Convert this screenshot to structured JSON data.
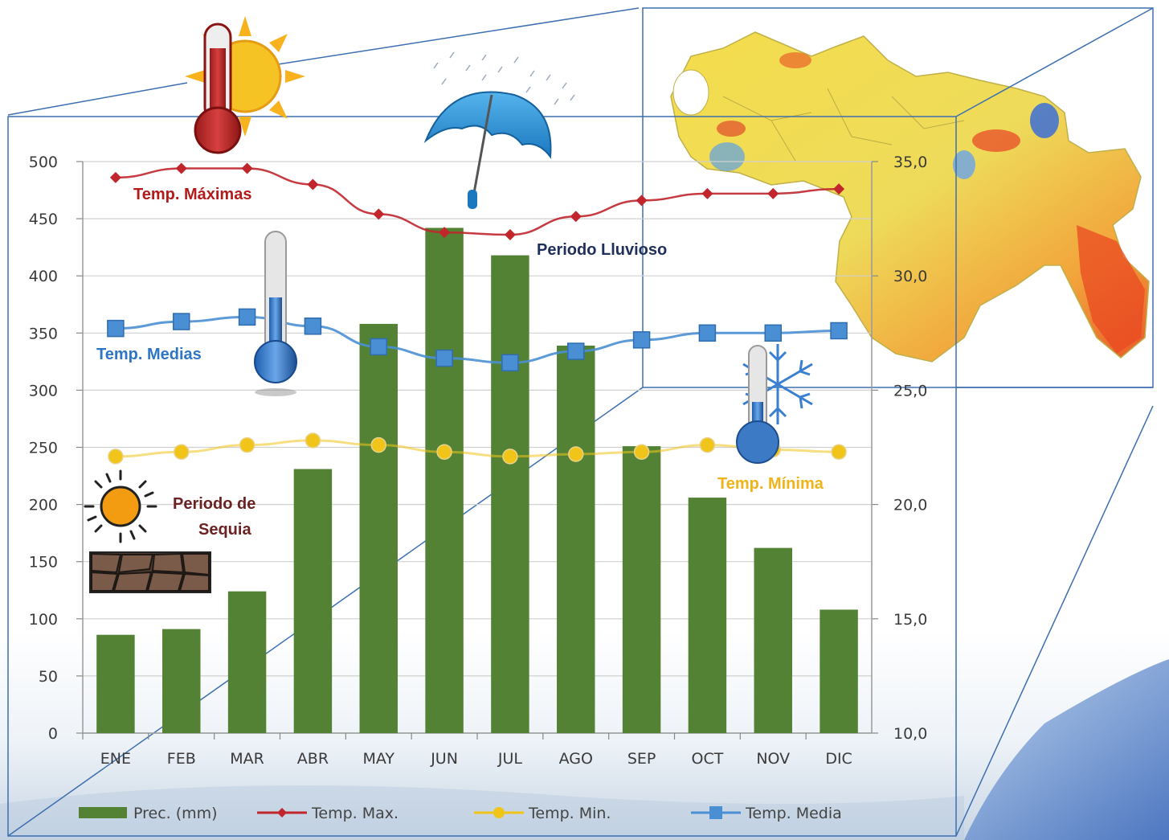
{
  "chart_data": {
    "type": "bar",
    "categories": [
      "ENE",
      "FEB",
      "MAR",
      "ABR",
      "MAY",
      "JUN",
      "JUL",
      "AGO",
      "SEP",
      "OCT",
      "NOV",
      "DIC"
    ],
    "series": [
      {
        "name": "Prec. (mm)",
        "kind": "bar",
        "axis": "left",
        "color": "#548235",
        "values": [
          86,
          91,
          124,
          231,
          358,
          442,
          418,
          339,
          251,
          206,
          162,
          108
        ]
      },
      {
        "name": "Temp.  Max.",
        "kind": "line",
        "axis": "right",
        "color": "#c0262c",
        "values": [
          34.3,
          34.7,
          34.7,
          34.0,
          32.7,
          31.9,
          31.8,
          32.6,
          33.3,
          33.6,
          33.6,
          33.8
        ]
      },
      {
        "name": "Temp. Min.",
        "kind": "line",
        "axis": "right",
        "color": "#f0c419",
        "values": [
          22.1,
          22.3,
          22.6,
          22.8,
          22.6,
          22.3,
          22.1,
          22.2,
          22.3,
          22.6,
          22.4,
          22.3
        ]
      },
      {
        "name": "Temp. Media",
        "kind": "line",
        "axis": "right",
        "color": "#4a8fd4",
        "values": [
          27.7,
          28.0,
          28.2,
          27.8,
          26.9,
          26.4,
          26.2,
          26.7,
          27.2,
          27.5,
          27.5,
          27.6
        ]
      }
    ],
    "ylim_left": [
      0,
      500
    ],
    "yticks_left": [
      "0",
      "50",
      "100",
      "150",
      "200",
      "250",
      "300",
      "350",
      "400",
      "450",
      "500"
    ],
    "ylim_right": [
      10,
      35
    ],
    "yticks_right": [
      "10,0",
      "15,0",
      "20,0",
      "25,0",
      "30,0",
      "35,0"
    ],
    "grid": true,
    "legend": "bottom",
    "annotations": {
      "temp_max": "Temp. Máximas",
      "temp_medias": "Temp. Medias",
      "periodo_lluvioso": "Periodo Lluvioso",
      "temp_minima": "Temp. Mínima",
      "periodo_sequia_1": "Periodo de",
      "periodo_sequia_2": "Sequia"
    },
    "icons": [
      "thermometer-sun-icon",
      "umbrella-rain-icon",
      "thermometer-icon",
      "thermometer-snowflake-icon",
      "sun-icon",
      "dry-cracked-earth-icon",
      "map-of-venezuela-temperature"
    ]
  }
}
